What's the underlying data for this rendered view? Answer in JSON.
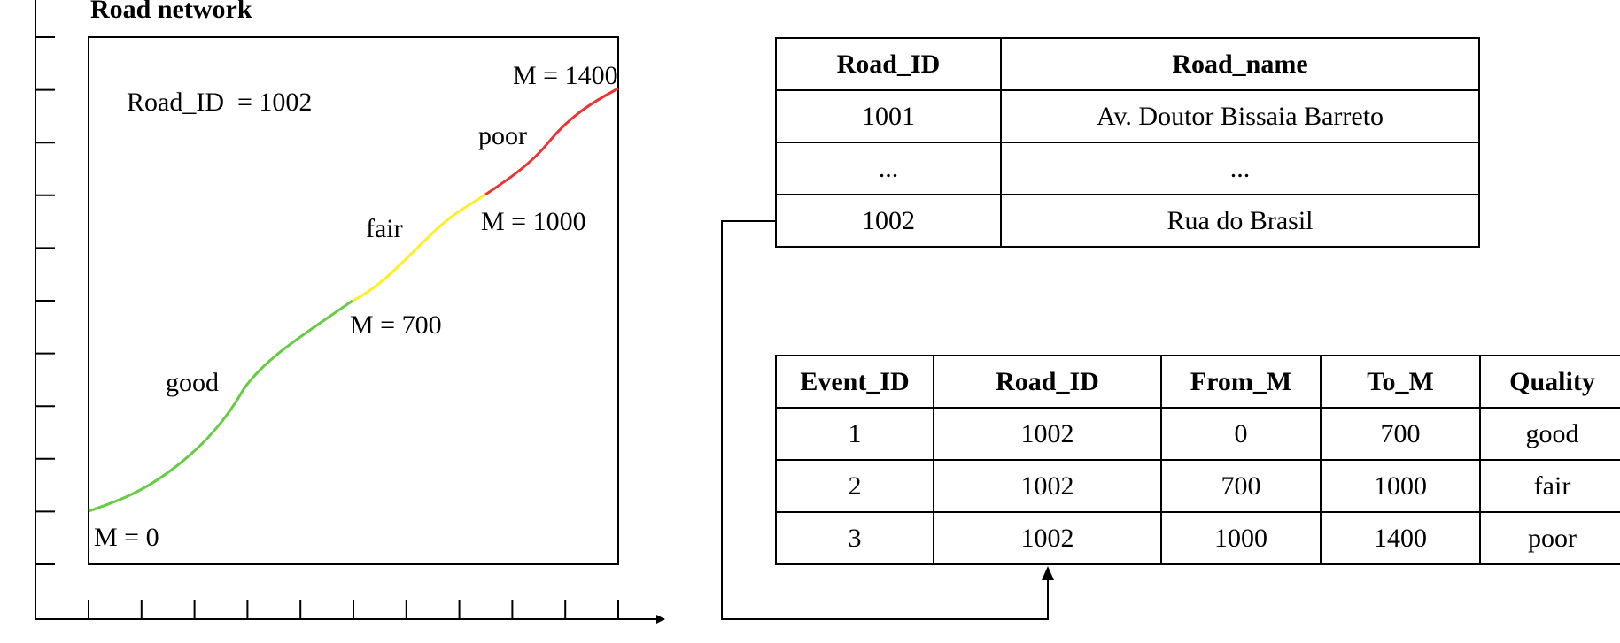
{
  "network": {
    "title": "Road network",
    "road_id_label": "Road_ID  = 1002",
    "measures": [
      "M = 0",
      "M = 700",
      "M = 1000",
      "M = 1400"
    ],
    "segments": [
      {
        "quality": "good",
        "from_m": 0,
        "to_m": 700,
        "color": "#66cc44"
      },
      {
        "quality": "fair",
        "from_m": 700,
        "to_m": 1000,
        "color": "#ffee22"
      },
      {
        "quality": "poor",
        "from_m": 1000,
        "to_m": 1400,
        "color": "#ee3333"
      }
    ]
  },
  "road_table": {
    "headers": [
      "Road_ID",
      "Road_name"
    ],
    "rows": [
      [
        "1001",
        "Av. Doutor Bissaia Barreto"
      ],
      [
        "...",
        "..."
      ],
      [
        "1002",
        "Rua do Brasil"
      ]
    ]
  },
  "event_table": {
    "headers": [
      "Event_ID",
      "Road_ID",
      "From_M",
      "To_M",
      "Quality"
    ],
    "rows": [
      [
        "1",
        "1002",
        "0",
        "700",
        "good"
      ],
      [
        "2",
        "1002",
        "700",
        "1000",
        "fair"
      ],
      [
        "3",
        "1002",
        "1000",
        "1400",
        "poor"
      ]
    ]
  }
}
